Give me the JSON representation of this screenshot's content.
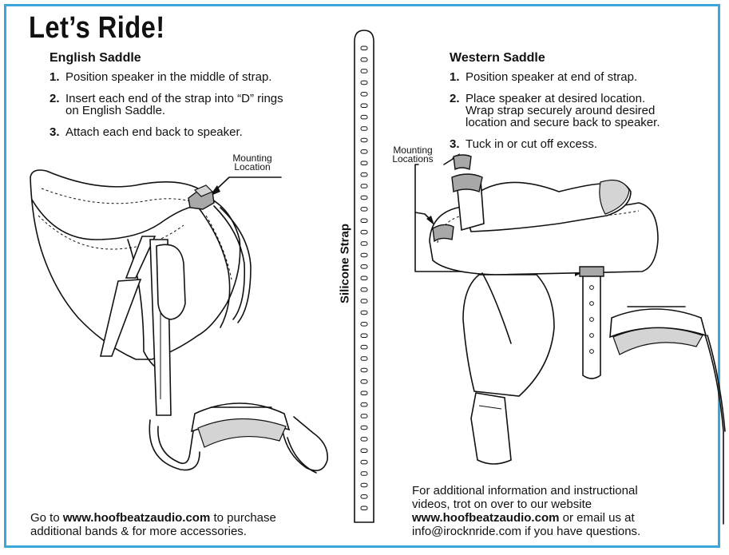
{
  "title": "Let’s Ride!",
  "english": {
    "heading": "English Saddle",
    "steps": [
      {
        "num": "1.",
        "text": "Position speaker in the middle of strap."
      },
      {
        "num": "2.",
        "text": "Insert each end of the strap into “D” rings\non English Saddle."
      },
      {
        "num": "3.",
        "text": "Attach each end back to speaker."
      }
    ],
    "mounting_label": "Mounting\nLocation"
  },
  "western": {
    "heading": "Western Saddle",
    "steps": [
      {
        "num": "1.",
        "text": "Position speaker at end of strap."
      },
      {
        "num": "2.",
        "text": "Place speaker at desired location.\nWrap strap securely around desired\nlocation and secure back to speaker."
      },
      {
        "num": "3.",
        "text": "Tuck in or cut off excess."
      }
    ],
    "mounting_label": "Mounting\nLocations"
  },
  "strap_label": "Silicone Strap",
  "footer_left": {
    "pre": "Go to ",
    "link": "www.hoofbeatzaudio.com",
    "post": " to purchase\nadditional bands & for more accessories."
  },
  "footer_right": {
    "line1": "For additional information and instructional",
    "line2": "videos, trot on over to our website",
    "link": "www.hoofbeatzaudio.com",
    "line3_post": " or email us at",
    "line4": "info@irocknride.com if you have questions."
  },
  "colors": {
    "border": "#3aa6dc",
    "text": "#111111"
  }
}
